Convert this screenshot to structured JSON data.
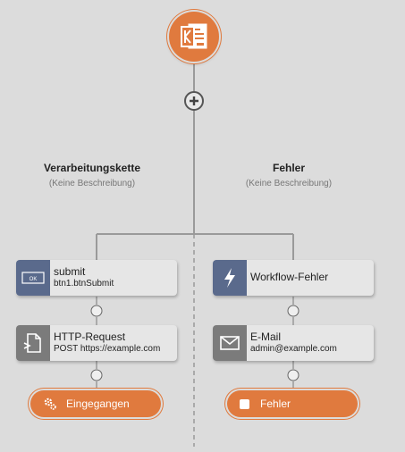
{
  "root": {
    "icon": "form-icon"
  },
  "add_button": {
    "icon": "plus-icon"
  },
  "branches": [
    {
      "title": "Verarbeitungskette",
      "description": "(Keine Beschreibung)",
      "nodes": [
        {
          "title": "submit",
          "subtitle": "btn1.btnSubmit",
          "icon": "ok-button-icon"
        },
        {
          "title": "HTTP-Request",
          "subtitle": "POST https://example.com",
          "icon": "http-request-icon"
        }
      ],
      "status": {
        "label": "Eingegangen",
        "icon": "gears-icon"
      }
    },
    {
      "title": "Fehler",
      "description": "(Keine Beschreibung)",
      "nodes": [
        {
          "title": "Workflow-Fehler",
          "subtitle": "",
          "icon": "lightning-icon"
        },
        {
          "title": "E-Mail",
          "subtitle": "admin@example.com",
          "icon": "mail-icon"
        }
      ],
      "status": {
        "label": "Fehler",
        "icon": "square-icon"
      }
    }
  ],
  "colors": {
    "accent": "#e07a3e",
    "trigger_icon_bg": "#5a6a8c",
    "action_icon_bg": "#7b7b7b",
    "background": "#dcdcdc"
  }
}
